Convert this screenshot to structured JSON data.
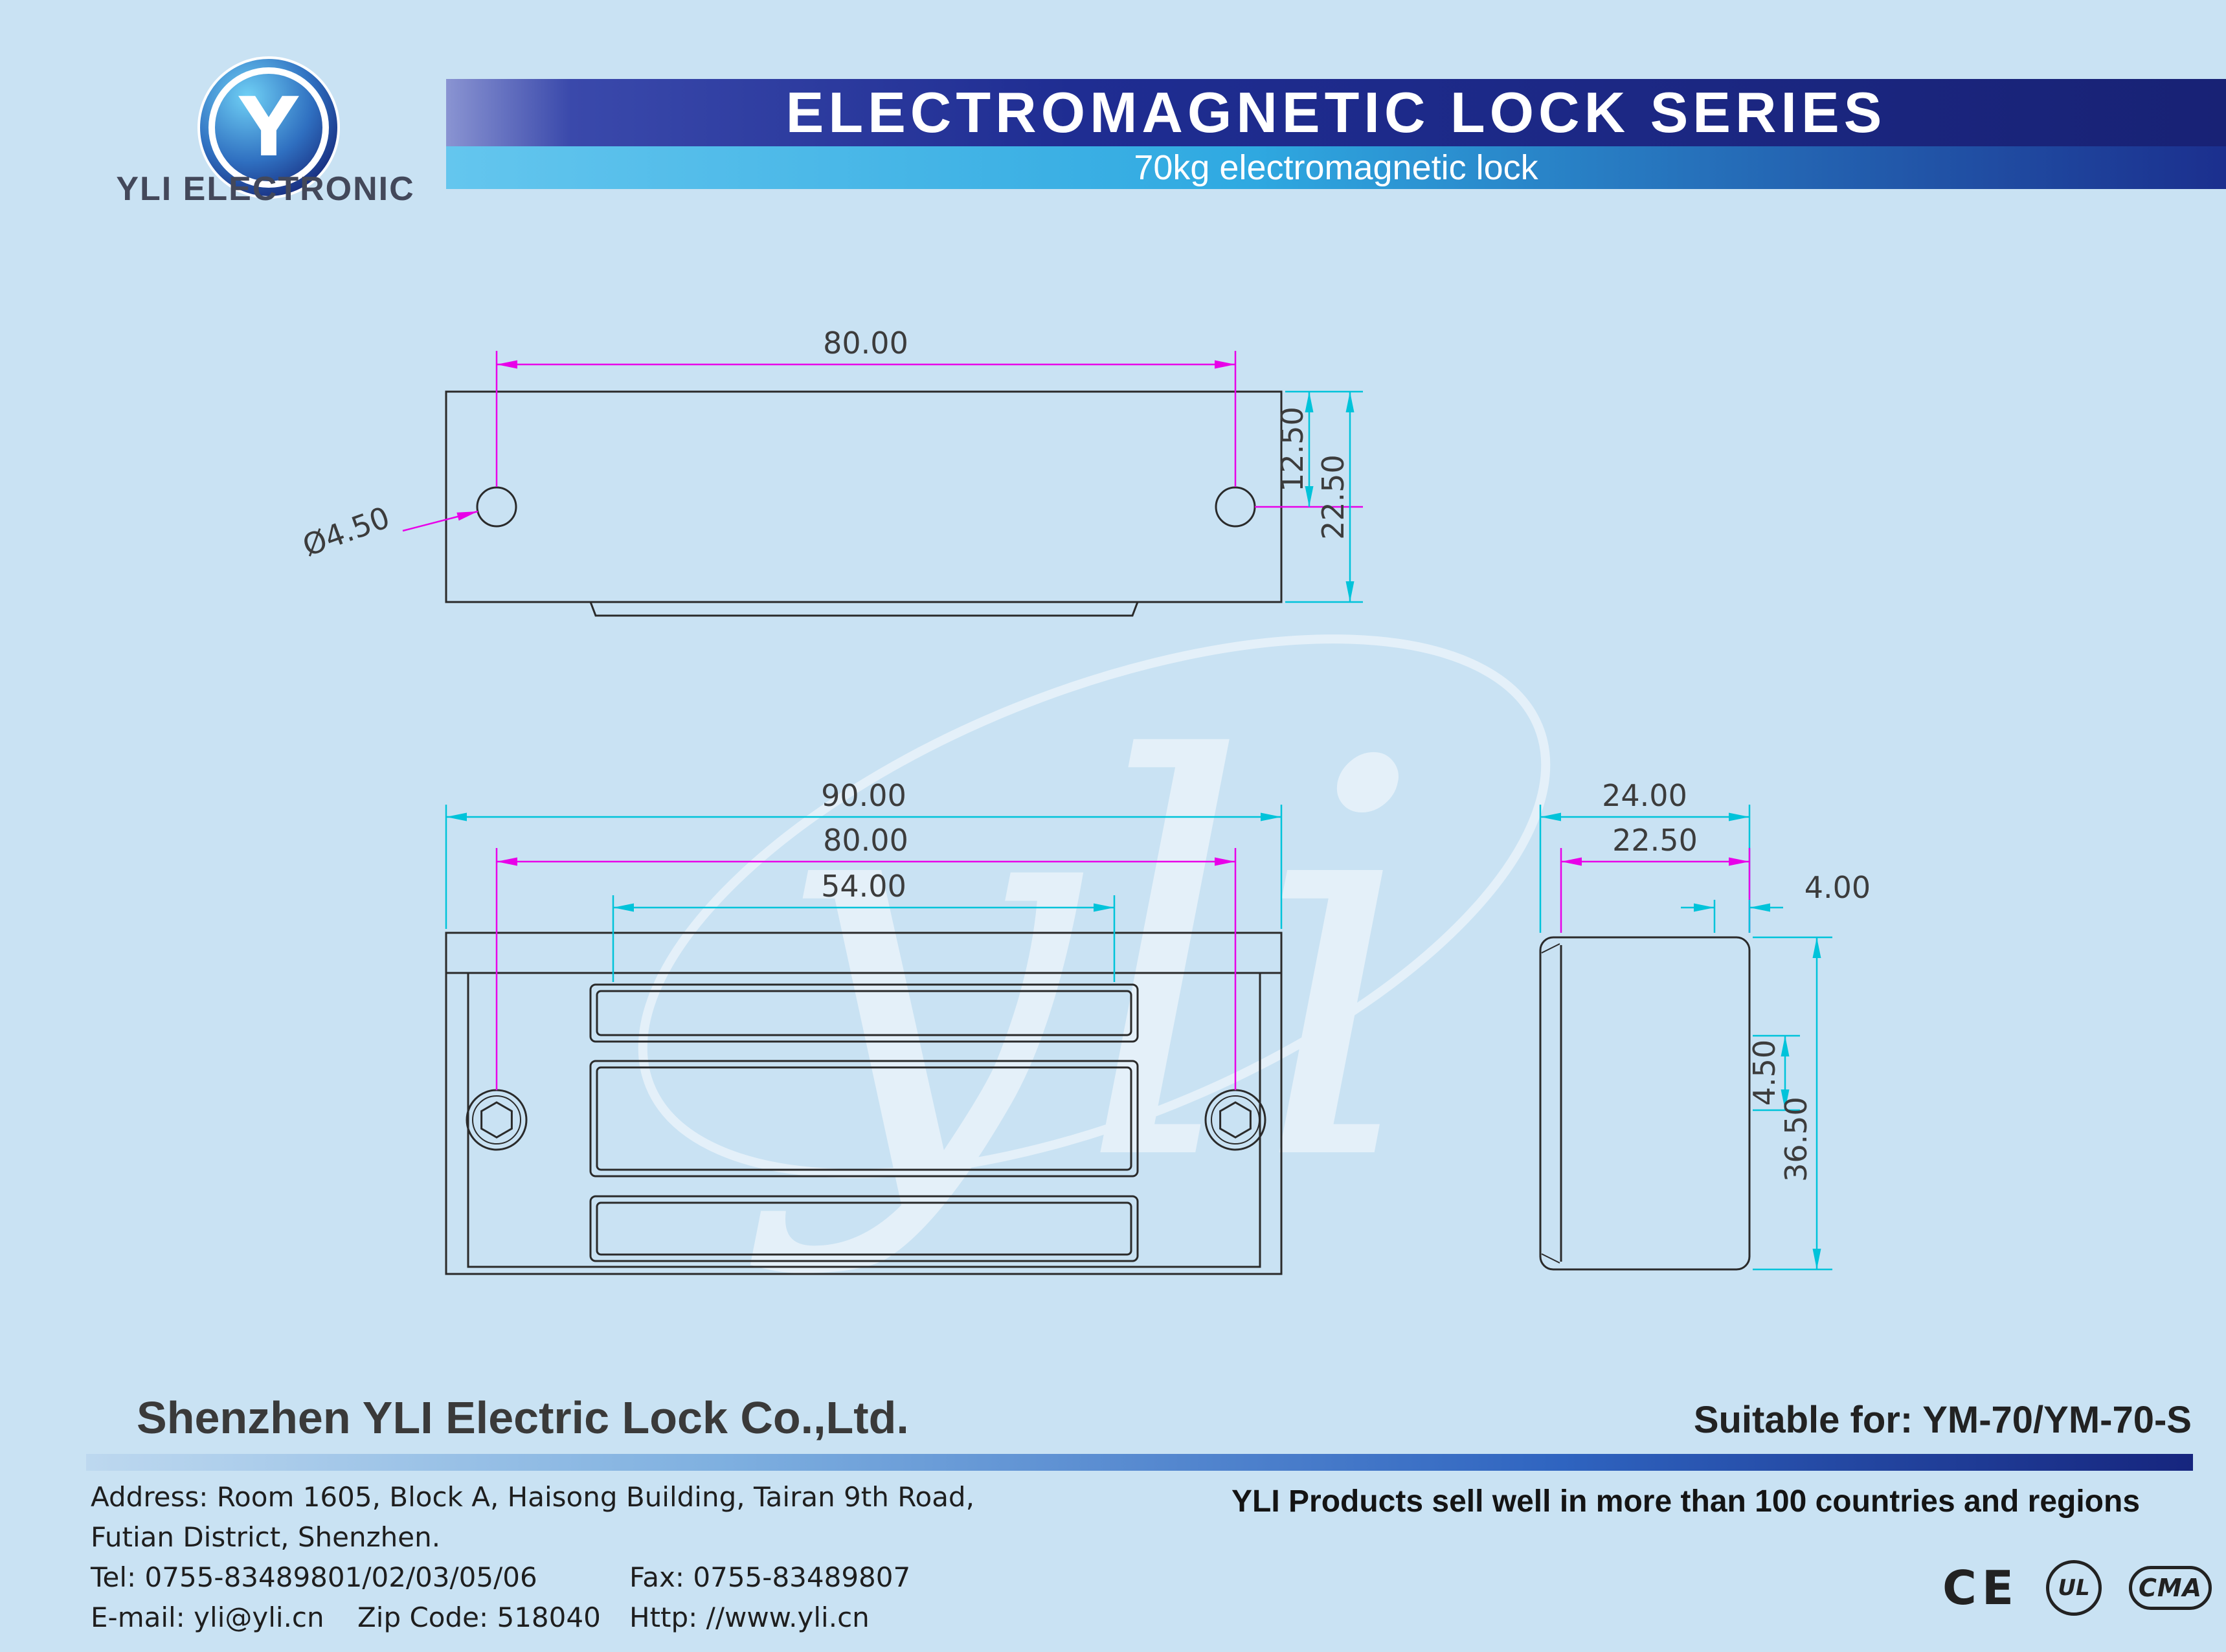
{
  "page": {
    "background": "#c9e2f3"
  },
  "logo": {
    "letter": "Y",
    "caption": "YLI ELECTRONIC"
  },
  "banner": {
    "title": "ELECTROMAGNETIC LOCK SERIES",
    "subtitle": "70kg electromagnetic lock"
  },
  "watermark": {
    "text": "yli"
  },
  "drawing": {
    "colors": {
      "magenta": "#e800e8",
      "cyan": "#00c3da",
      "outline": "#2a2a2a"
    },
    "top_view": {
      "hole_spacing": "80.00",
      "hole_diameter": "Ø4.50",
      "hole_offset": "12.50",
      "height": "22.50"
    },
    "front_view": {
      "overall_width": "90.00",
      "hole_spacing": "80.00",
      "magnet_width": "54.00"
    },
    "side_view": {
      "depth": "24.00",
      "body_depth": "22.50",
      "lip": "4.00",
      "step": "4.50",
      "height": "36.50"
    }
  },
  "footer": {
    "company": "Shenzhen YLI Electric Lock Co.,Ltd.",
    "suitable": "Suitable for: YM-70/YM-70-S",
    "address_line1": "Address: Room 1605, Block A, Haisong Building, Tairan 9th Road,",
    "address_line2": "Futian District, Shenzhen.",
    "tel": "Tel: 0755-83489801/02/03/05/06",
    "fax": "Fax: 0755-83489807",
    "email": "E-mail: yli@yli.cn",
    "zip": "Zip Code: 518040",
    "web": "Http: //www.yli.cn",
    "tagline": "YLI Products sell well in more than 100 countries and regions",
    "certs": {
      "ce": "CE",
      "ul": "UL",
      "cma": "CMA"
    }
  }
}
